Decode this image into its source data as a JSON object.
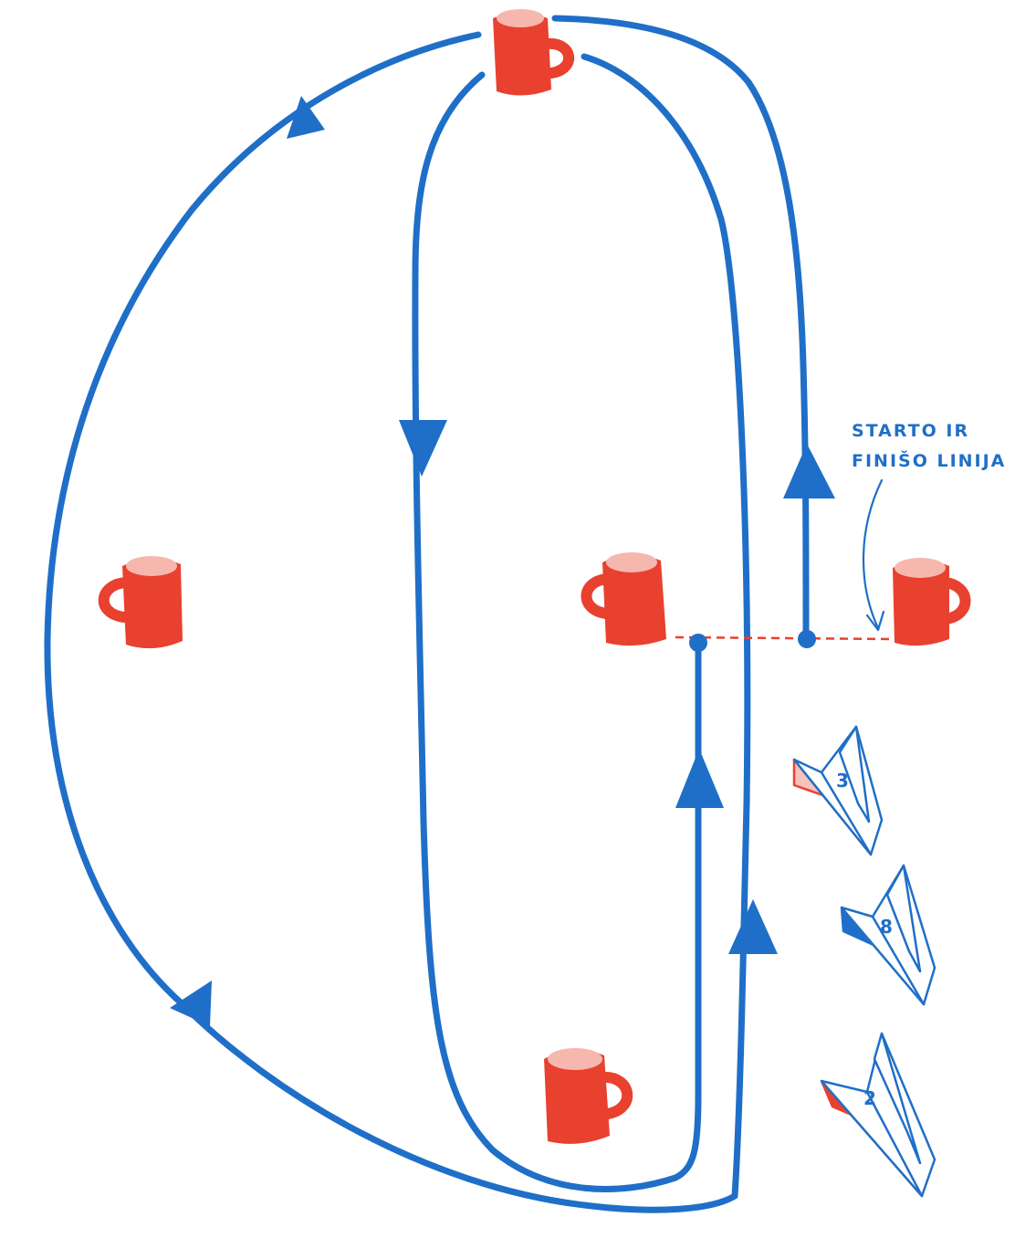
{
  "label": {
    "line1": "STARTO IR",
    "line2": "FINIŠO LINIJA"
  },
  "boats": [
    {
      "number": "3",
      "hull": "pink"
    },
    {
      "number": "8",
      "hull": "blue"
    },
    {
      "number": "2",
      "hull": "red"
    }
  ],
  "colors": {
    "track": "#1f6fc8",
    "mug": "#e8412f",
    "start_line": "#e8412f"
  }
}
